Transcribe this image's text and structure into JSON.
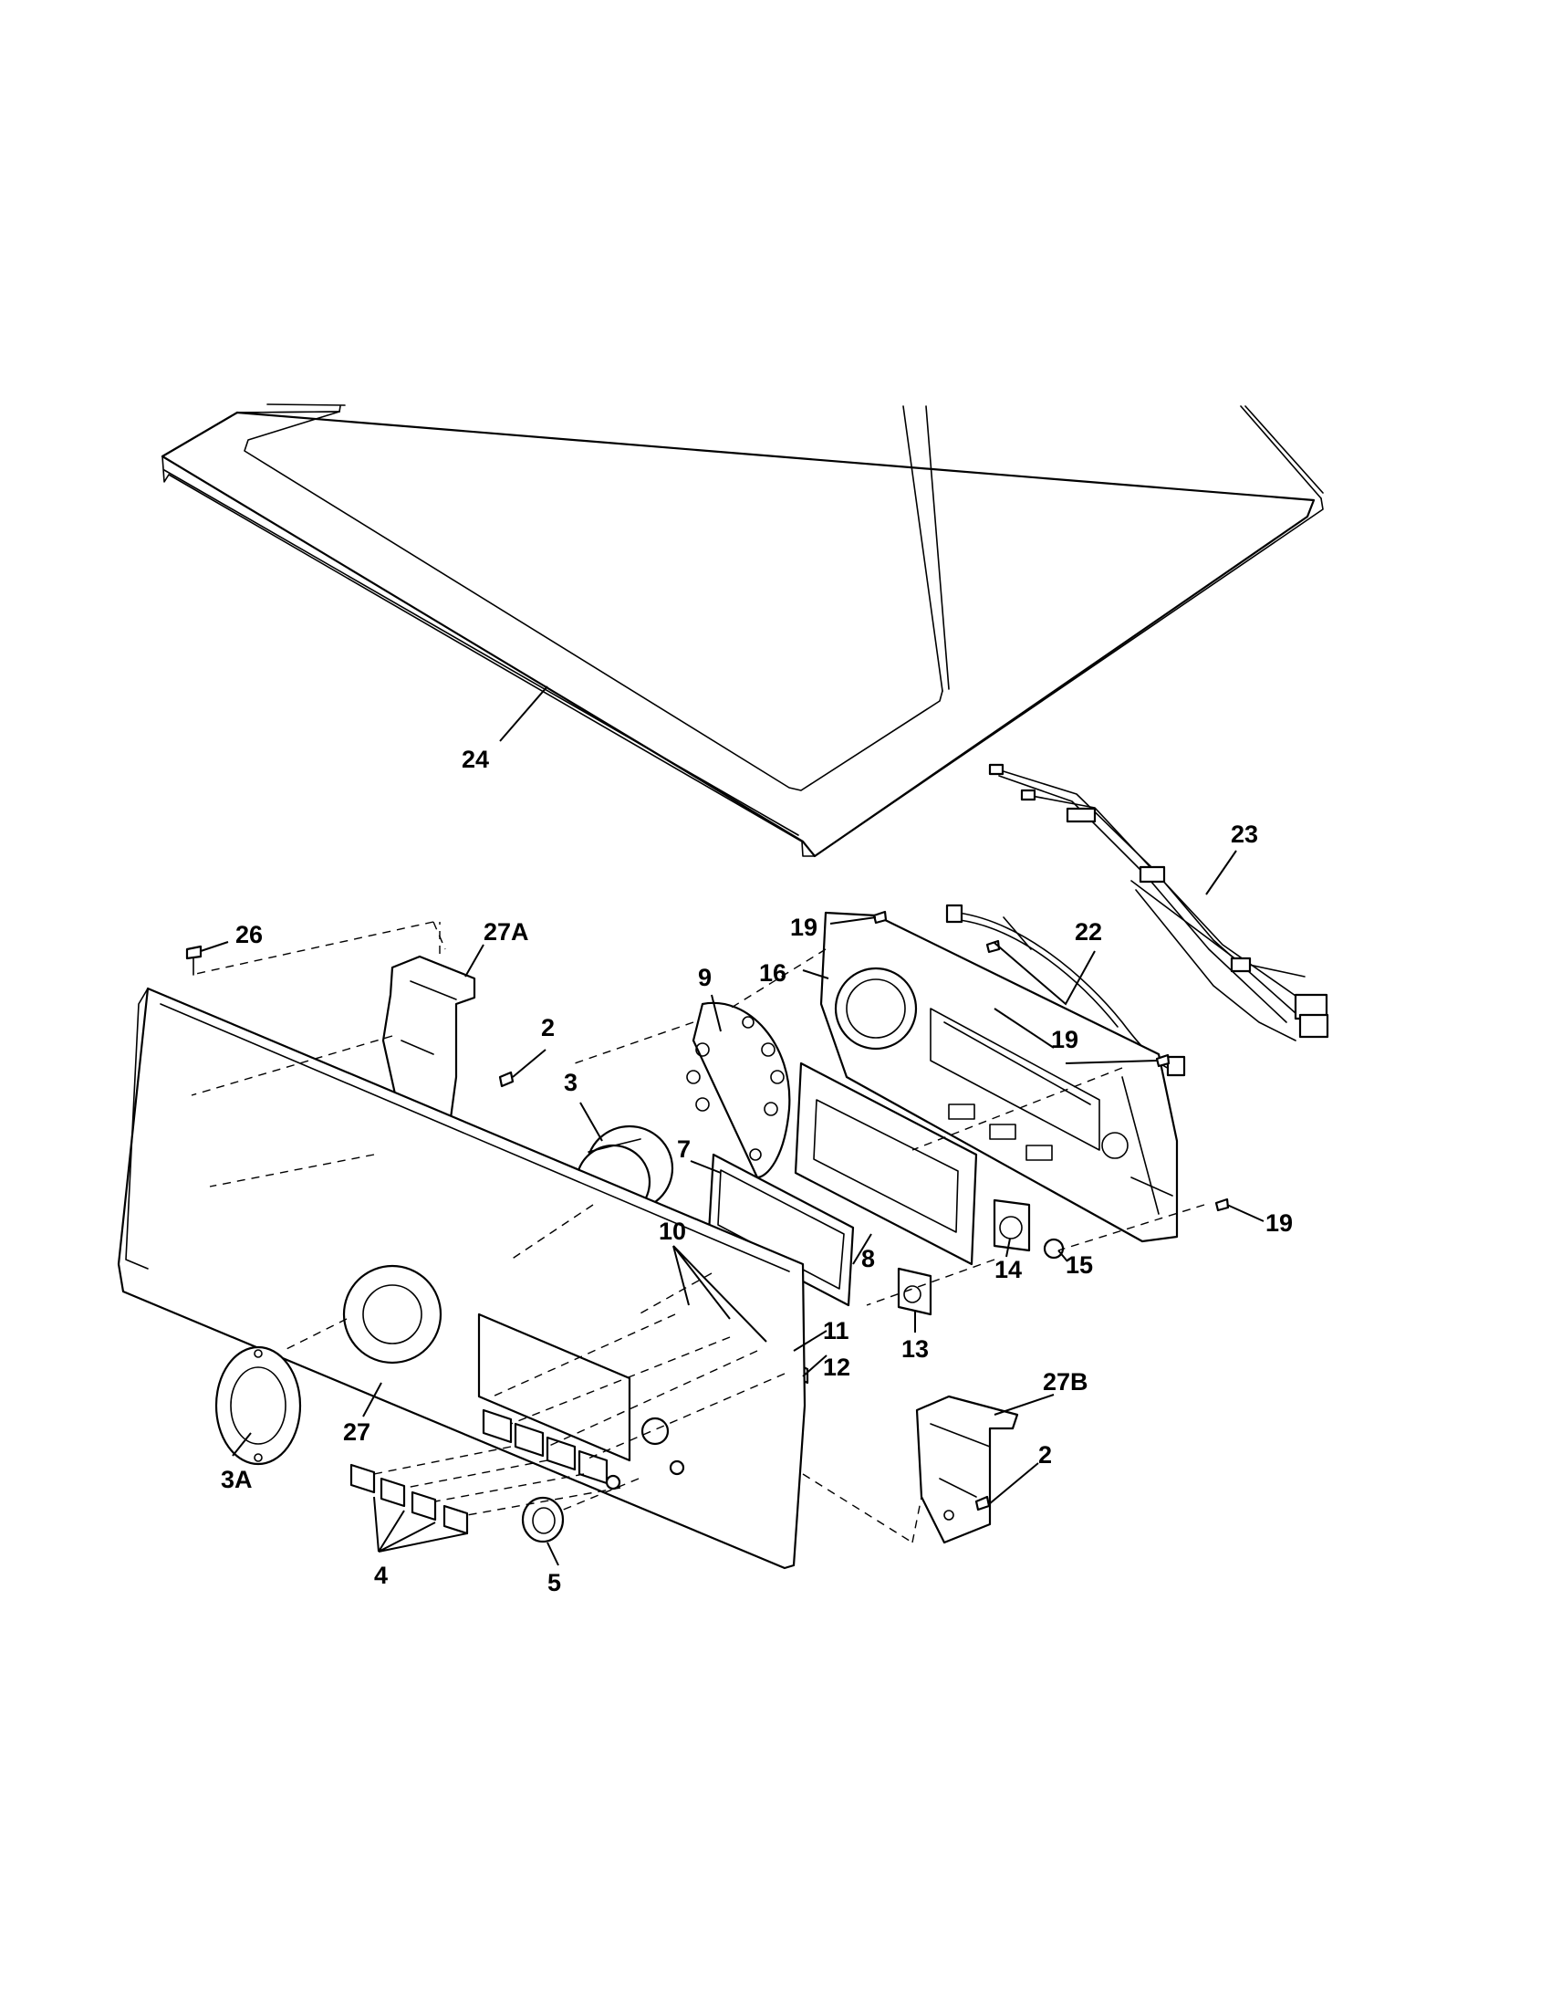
{
  "diagram": {
    "callouts": {
      "c24": "24",
      "c23": "23",
      "c22": "22",
      "c19a": "19",
      "c19b": "19",
      "c19c": "19",
      "c16": "16",
      "c9": "9",
      "c26": "26",
      "c27A": "27A",
      "c2a": "2",
      "c3": "3",
      "c7": "7",
      "c8": "8",
      "c10": "10",
      "c11": "11",
      "c12": "12",
      "c13": "13",
      "c14": "14",
      "c15": "15",
      "c27": "27",
      "c3A": "3A",
      "c27B": "27B",
      "c2b": "2",
      "c4": "4",
      "c5": "5"
    }
  }
}
